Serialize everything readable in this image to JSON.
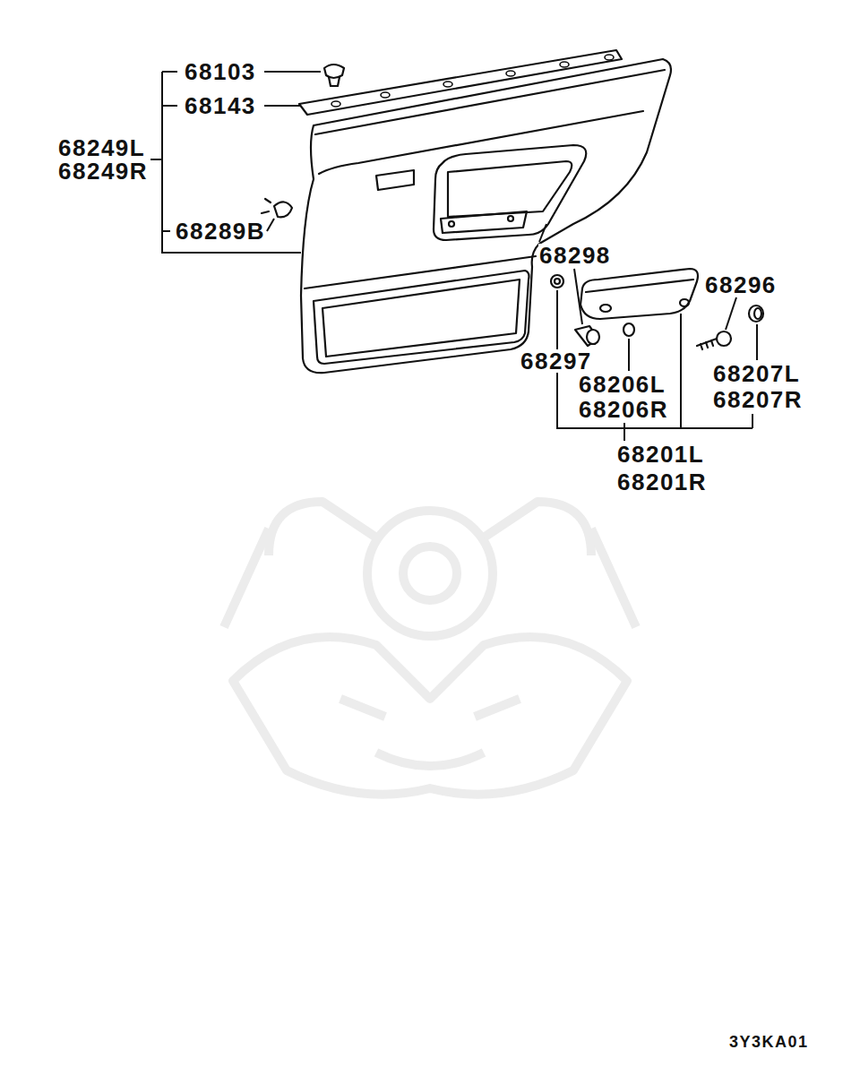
{
  "diagram": {
    "labels": [
      "68103",
      "68143",
      "68249L",
      "68249R",
      "68289B",
      "68298",
      "68296",
      "68297",
      "68206L",
      "68206R",
      "68207L",
      "68207R",
      "68201L",
      "68201R",
      "3Y3KA01"
    ]
  }
}
